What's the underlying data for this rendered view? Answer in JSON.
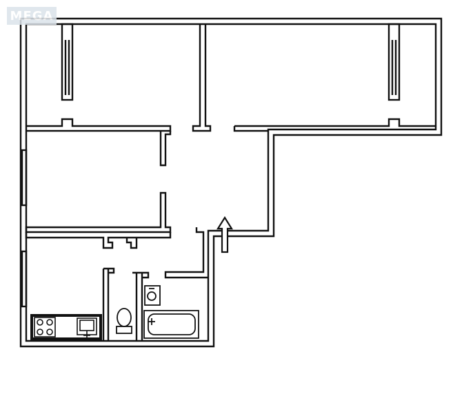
{
  "watermark": {
    "text": "MEGA"
  },
  "colors": {
    "wall": "#111111",
    "background": "#ffffff",
    "fixture": "#111111",
    "watermark_bg": "#dbe3ea"
  },
  "rooms": [
    {
      "name": "top-left-room"
    },
    {
      "name": "top-right-room"
    },
    {
      "name": "middle-left-room"
    },
    {
      "name": "hallway"
    },
    {
      "name": "kitchen"
    },
    {
      "name": "toilet"
    },
    {
      "name": "bathroom"
    }
  ],
  "icons": [
    "entrance-arrow-icon",
    "stove-icon",
    "kitchen-sink-icon",
    "toilet-icon",
    "washbasin-icon",
    "bathtub-icon"
  ]
}
